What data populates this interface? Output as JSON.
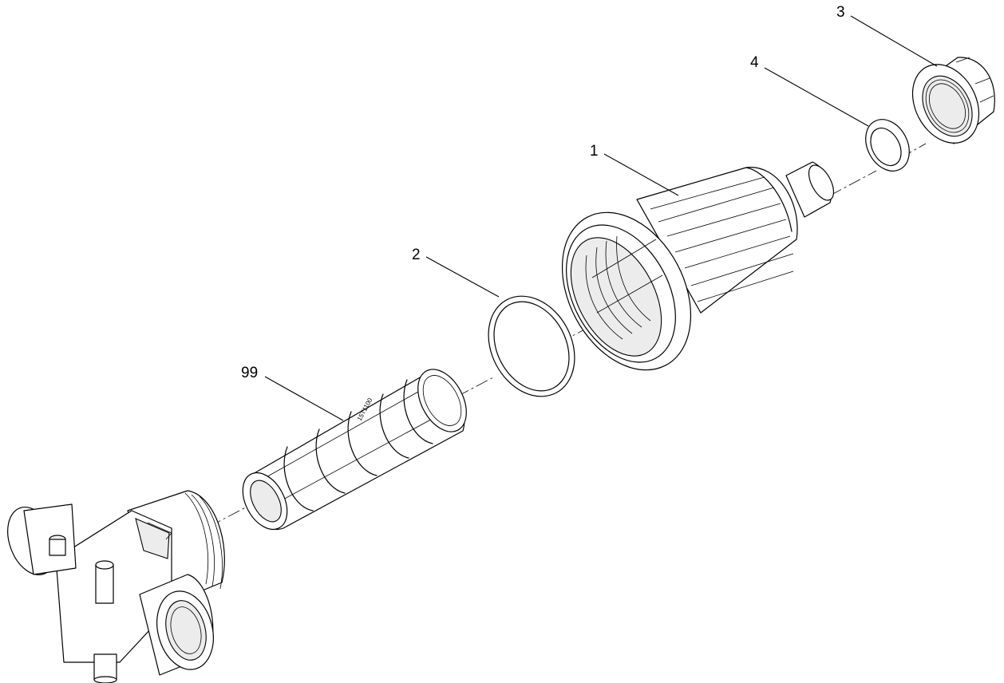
{
  "callouts": {
    "part_1": "1",
    "part_2": "2",
    "part_3": "3",
    "part_4": "4",
    "part_99": "99"
  },
  "strainer_marking": "15T1100"
}
